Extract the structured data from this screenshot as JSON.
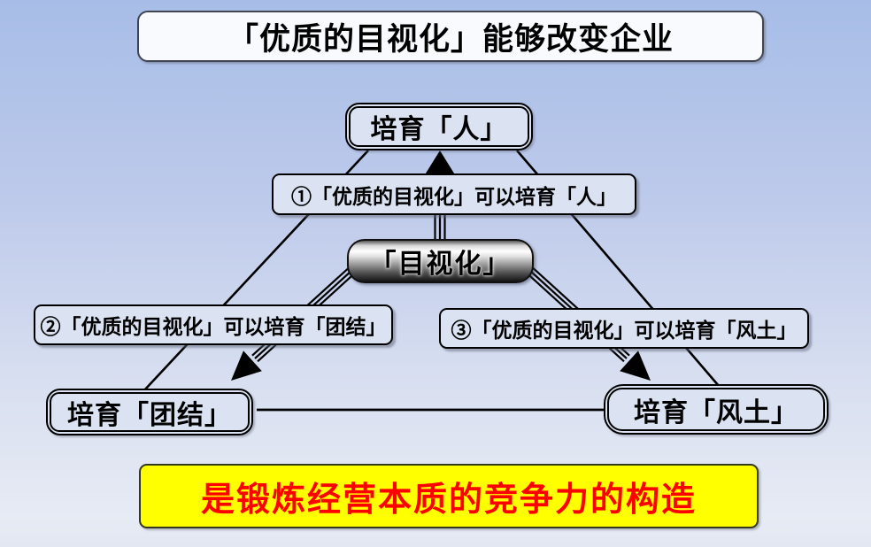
{
  "slide": {
    "title": "「优质的目视化」能够改变企业",
    "footer": "是锻炼经营本质的竞争力的构造"
  },
  "nodes": {
    "top": "培育「人」",
    "center": "「目视化」",
    "bottom_left": "培育「团结」",
    "bottom_right": "培育「风土」"
  },
  "edge_labels": {
    "label1": "①「优质的目视化」可以培育「人」",
    "label2": "②「优质的目视化」可以培育「团结」",
    "label3": "③「优质的目视化」可以培育「风土」"
  },
  "colors": {
    "background_top": "#a7bde7",
    "background_bottom": "#e7ebf4",
    "box_fill": "#dbe3f2",
    "title_fill": "#f8fafd",
    "footer_fill": "#ffff00",
    "footer_text": "#ff0000",
    "line": "#000000"
  }
}
